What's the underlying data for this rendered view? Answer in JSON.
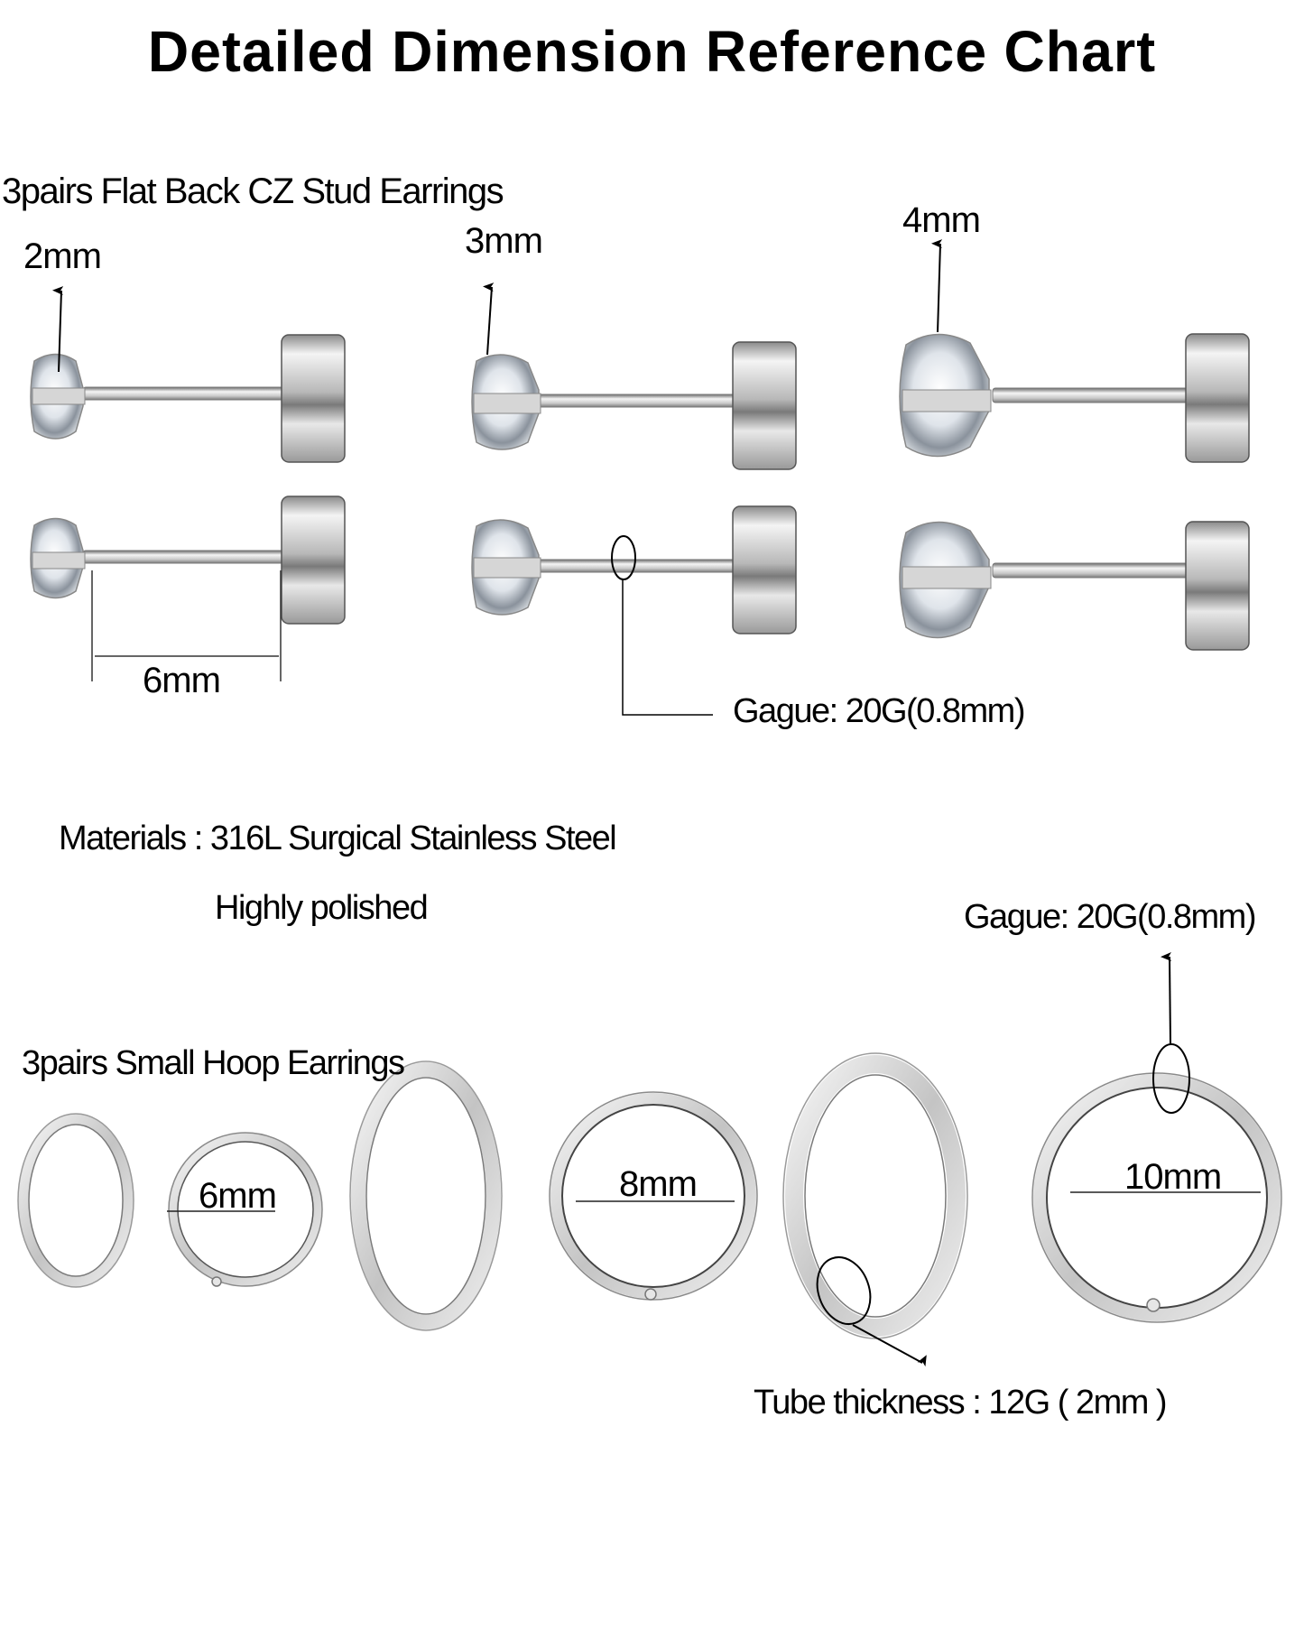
{
  "title": "Detailed Dimension Reference Chart",
  "studs": {
    "heading": "3pairs Flat Back CZ Stud Earrings",
    "sizes": [
      {
        "label": "2mm"
      },
      {
        "label": "3mm"
      },
      {
        "label": "4mm"
      }
    ],
    "post_length_label": "6mm",
    "gauge_label": "Gague: 20G(0.8mm)"
  },
  "materials": {
    "line1": "Materials : 316L Surgical Stainless Steel",
    "line2": "Highly polished"
  },
  "hoops": {
    "heading": "3pairs Small Hoop Earrings",
    "sizes": [
      {
        "label": "6mm"
      },
      {
        "label": "8mm"
      },
      {
        "label": "10mm"
      }
    ],
    "gauge_label": "Gague: 20G(0.8mm)",
    "tube_label": "Tube thickness : 12G ( 2mm )"
  },
  "colors": {
    "text": "#000000",
    "background": "#ffffff",
    "steel_light": "#f2f2f2",
    "steel_mid": "#bdbdbd",
    "steel_dark": "#6f6f6f"
  }
}
